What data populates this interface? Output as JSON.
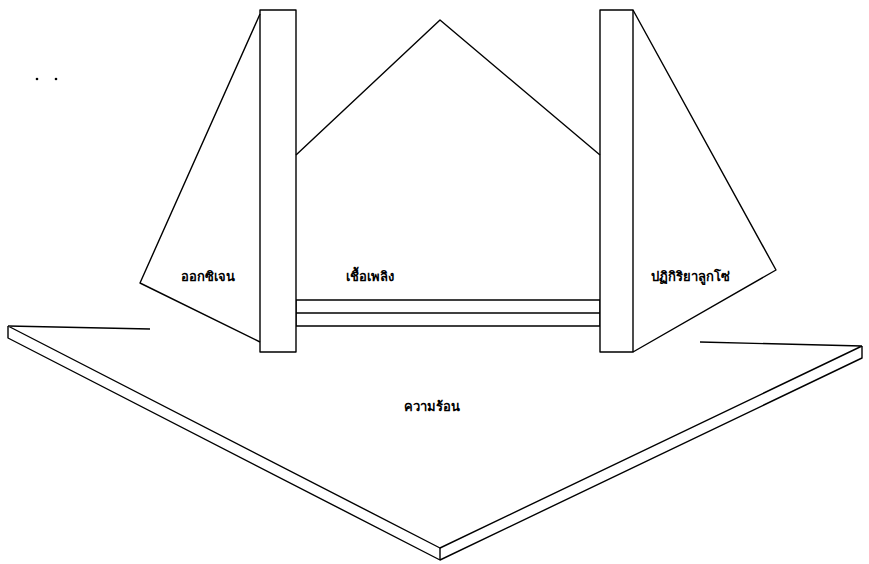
{
  "diagram": {
    "nodes": [
      {
        "text": [
          "ออกซิเจน"
        ]
      },
      {
        "text": [
          "เชื้อเพลิง"
        ]
      },
      {
        "text": [
          "ปฏิกิริยาลูกโซ่"
        ]
      },
      {
        "text": [
          "ความร้อน"
        ]
      }
    ]
  }
}
